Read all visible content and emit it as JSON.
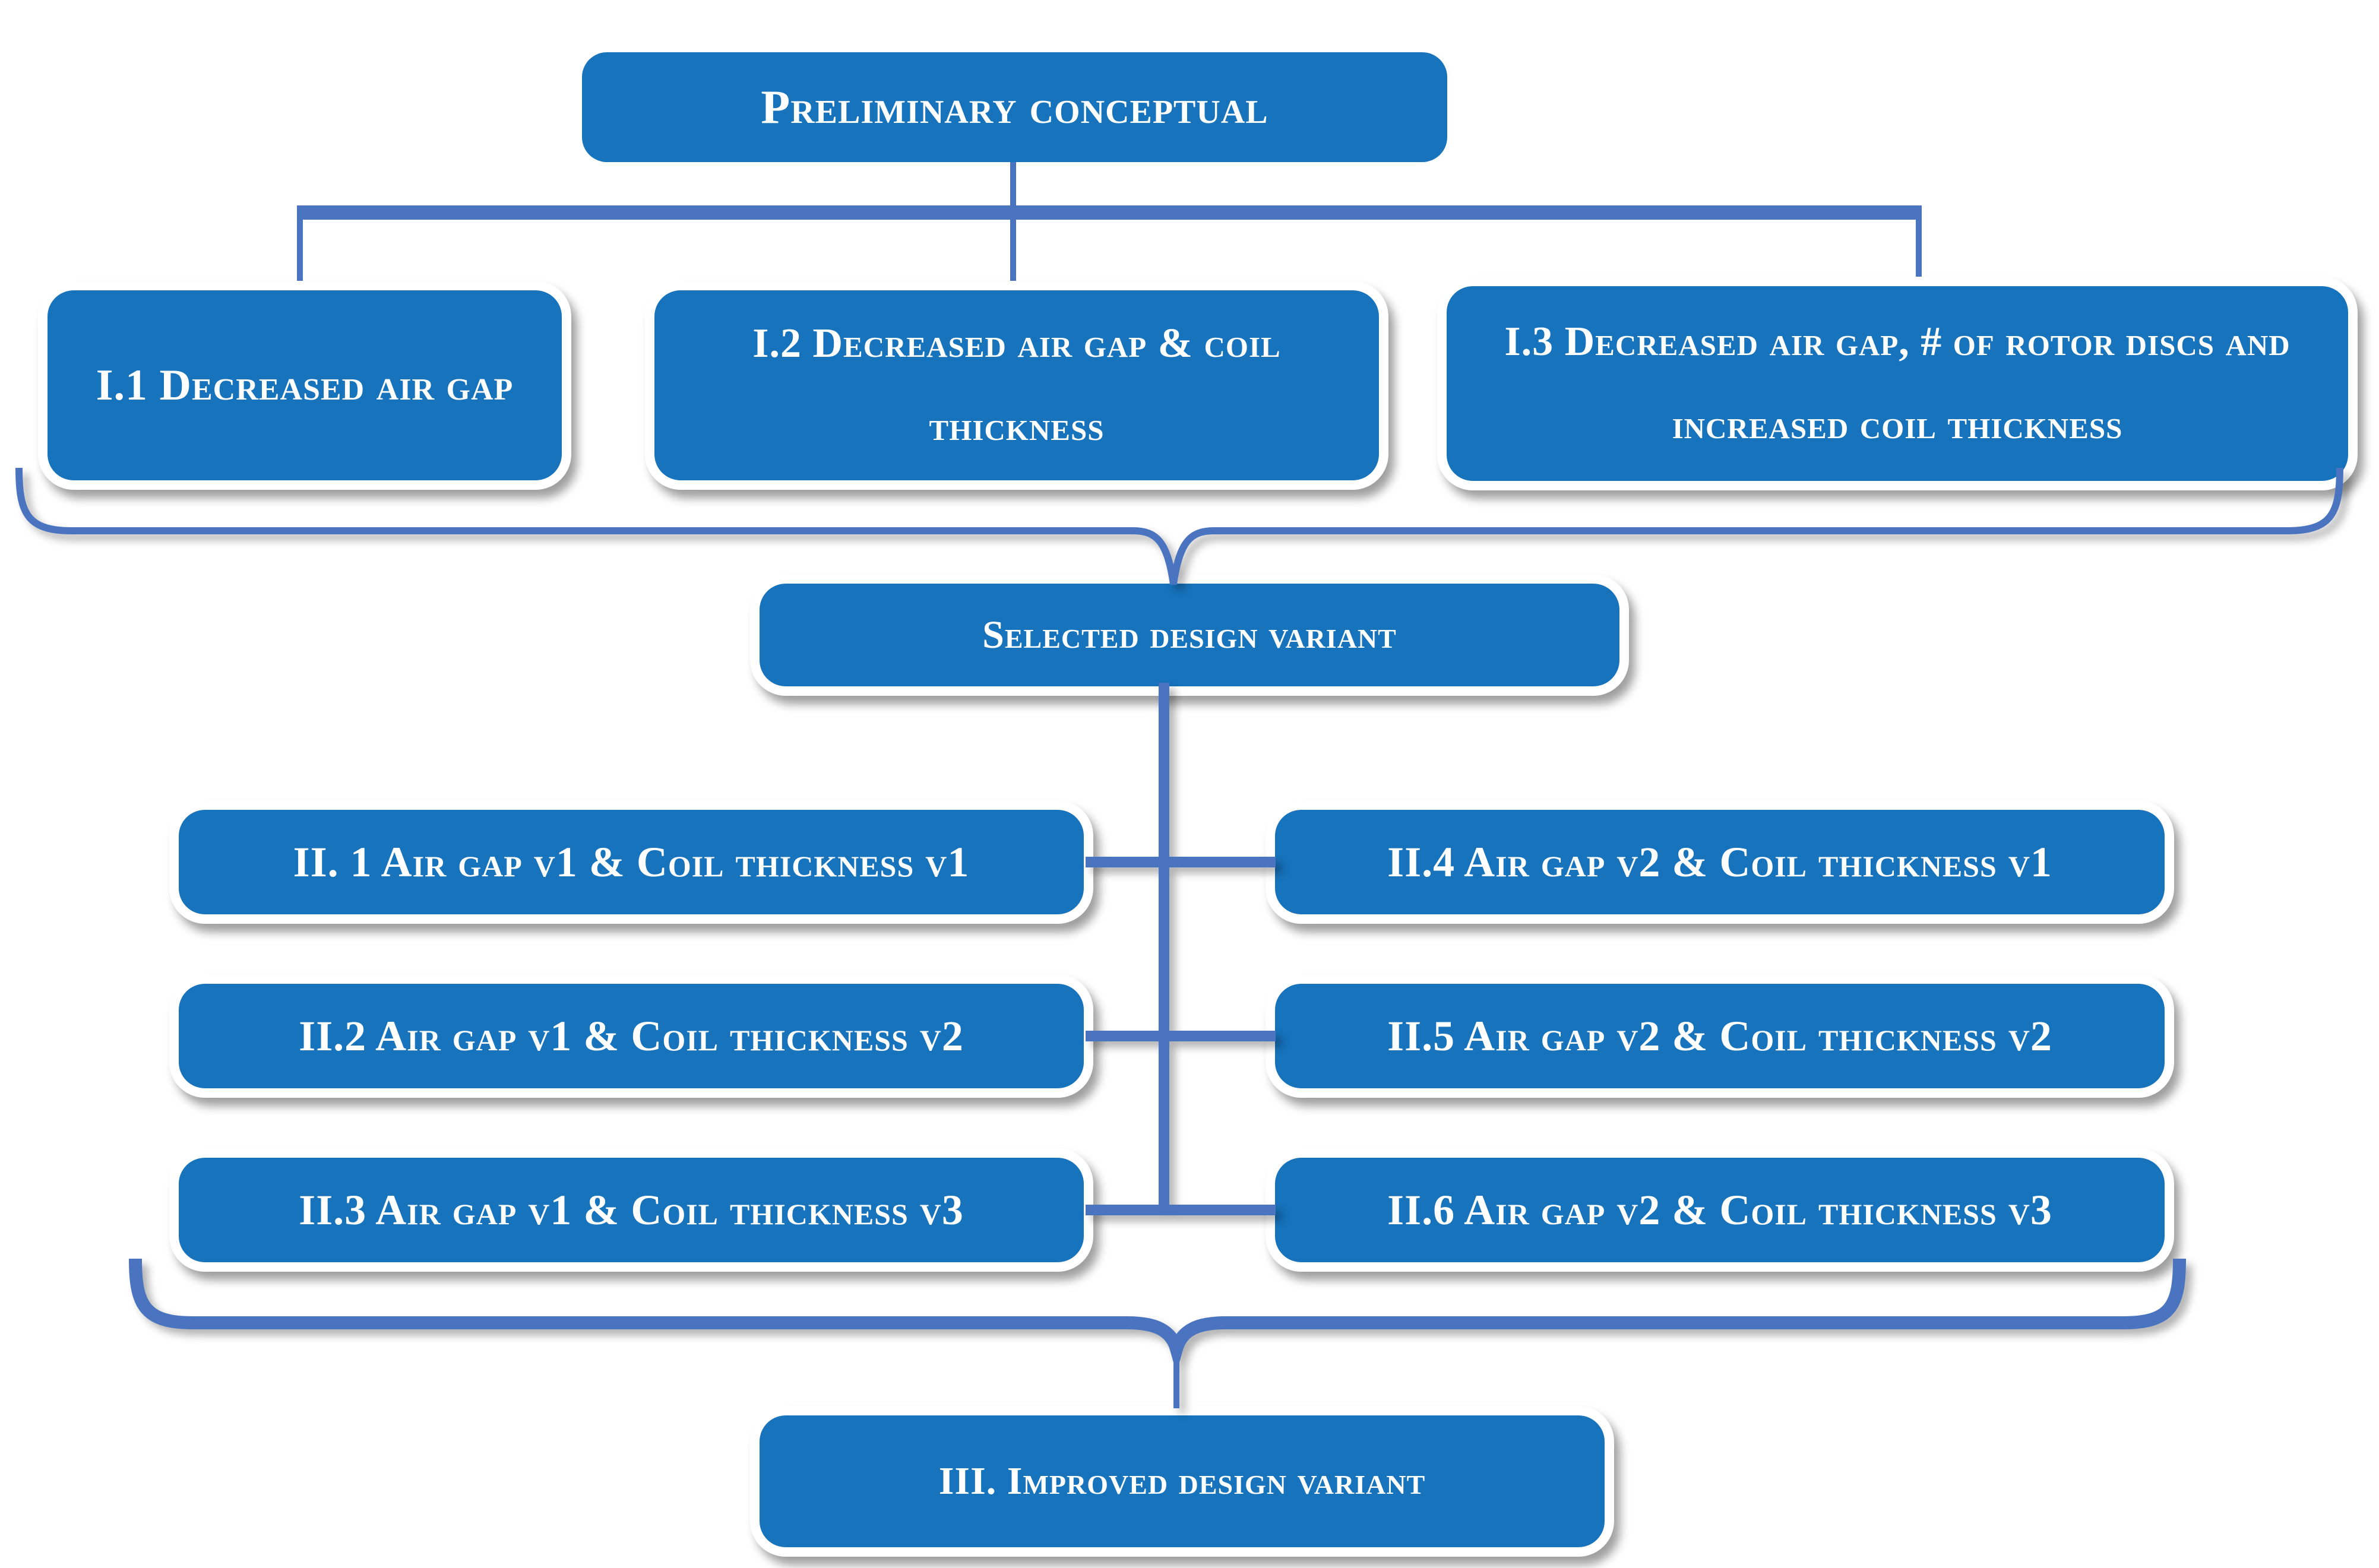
{
  "flowchart": {
    "nodes": {
      "preliminary": "Preliminary conceptual",
      "i1": "I.1 Decreased air gap",
      "i2": "I.2 Decreased air gap & coil thickness",
      "i3": "I.3 Decreased air gap, # of rotor discs and increased coil thickness",
      "selected": "Selected design variant",
      "ii1": "II. 1 Air gap v1 & Coil thickness v1",
      "ii2": "II.2 Air gap v1 & Coil thickness v2",
      "ii3": "II.3 Air gap v1 & Coil thickness v3",
      "ii4": "II.4 Air gap v2 & Coil thickness v1",
      "ii5": "II.5 Air gap v2 & Coil thickness v2",
      "ii6": "II.6 Air gap v2 & Coil thickness v3",
      "improved": "III. Improved design variant"
    },
    "colors": {
      "box_fill": "#1773BC",
      "connector": "#4A74C0",
      "text": "#FFFFFF"
    }
  }
}
